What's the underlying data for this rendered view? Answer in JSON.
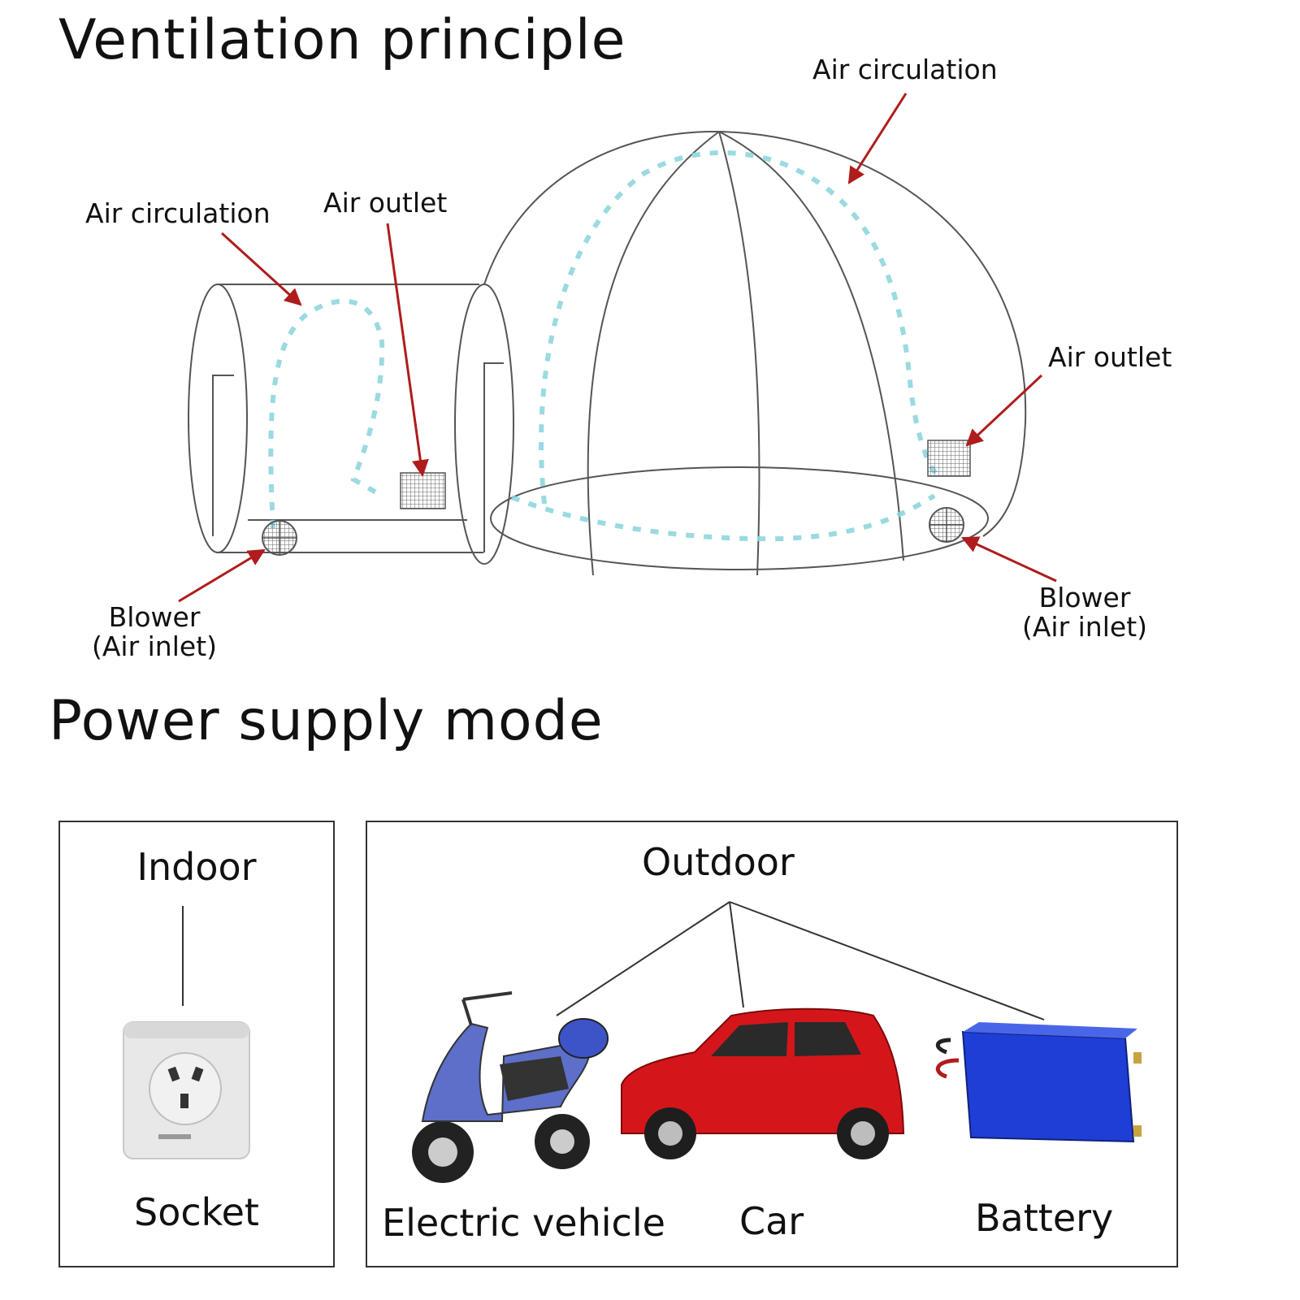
{
  "ventilation": {
    "title": "Ventilation principle",
    "labels": {
      "air_circulation_top": "Air circulation",
      "air_circulation_left": "Air circulation",
      "air_outlet_left": "Air outlet",
      "air_outlet_right": "Air outlet",
      "blower_left": "Blower",
      "blower_left_sub": "(Air inlet)",
      "blower_right": "Blower",
      "blower_right_sub": "(Air inlet)"
    }
  },
  "power": {
    "title": "Power supply mode",
    "indoor": {
      "header": "Indoor",
      "item": "Socket"
    },
    "outdoor": {
      "header": "Outdoor",
      "items": [
        "Electric vehicle",
        "Car",
        "Battery"
      ]
    }
  },
  "colors": {
    "arrow": "#b01c1c",
    "airflow": "#8fd6dd",
    "car": "#d4161b",
    "battery": "#1f3ed6",
    "scooter": "#5d6fc9"
  }
}
